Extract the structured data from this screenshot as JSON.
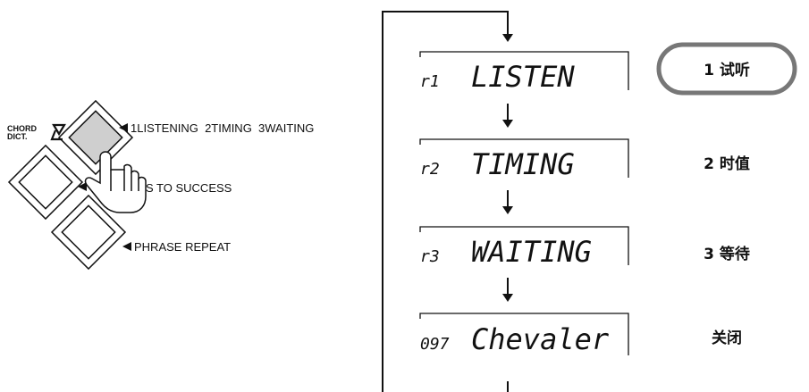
{
  "panel": {
    "chord_dict_line1": "CHORD",
    "chord_dict_line2": "DICT.",
    "listening_label": "1LISTENING  2TIMING  3WAITING",
    "steps_label": "S TO SUCCESS",
    "phrase_repeat_label": "PHRASE REPEAT"
  },
  "displays": [
    {
      "code": "r1",
      "text": "LISTEN"
    },
    {
      "code": "r2",
      "text": "TIMING"
    },
    {
      "code": "r3",
      "text": "WAITING"
    },
    {
      "code": "097",
      "text": "Chevaler"
    }
  ],
  "modes": {
    "mode1": "1 试听",
    "mode2": "2 时值",
    "mode3": "3 等待",
    "off": "关闭"
  }
}
